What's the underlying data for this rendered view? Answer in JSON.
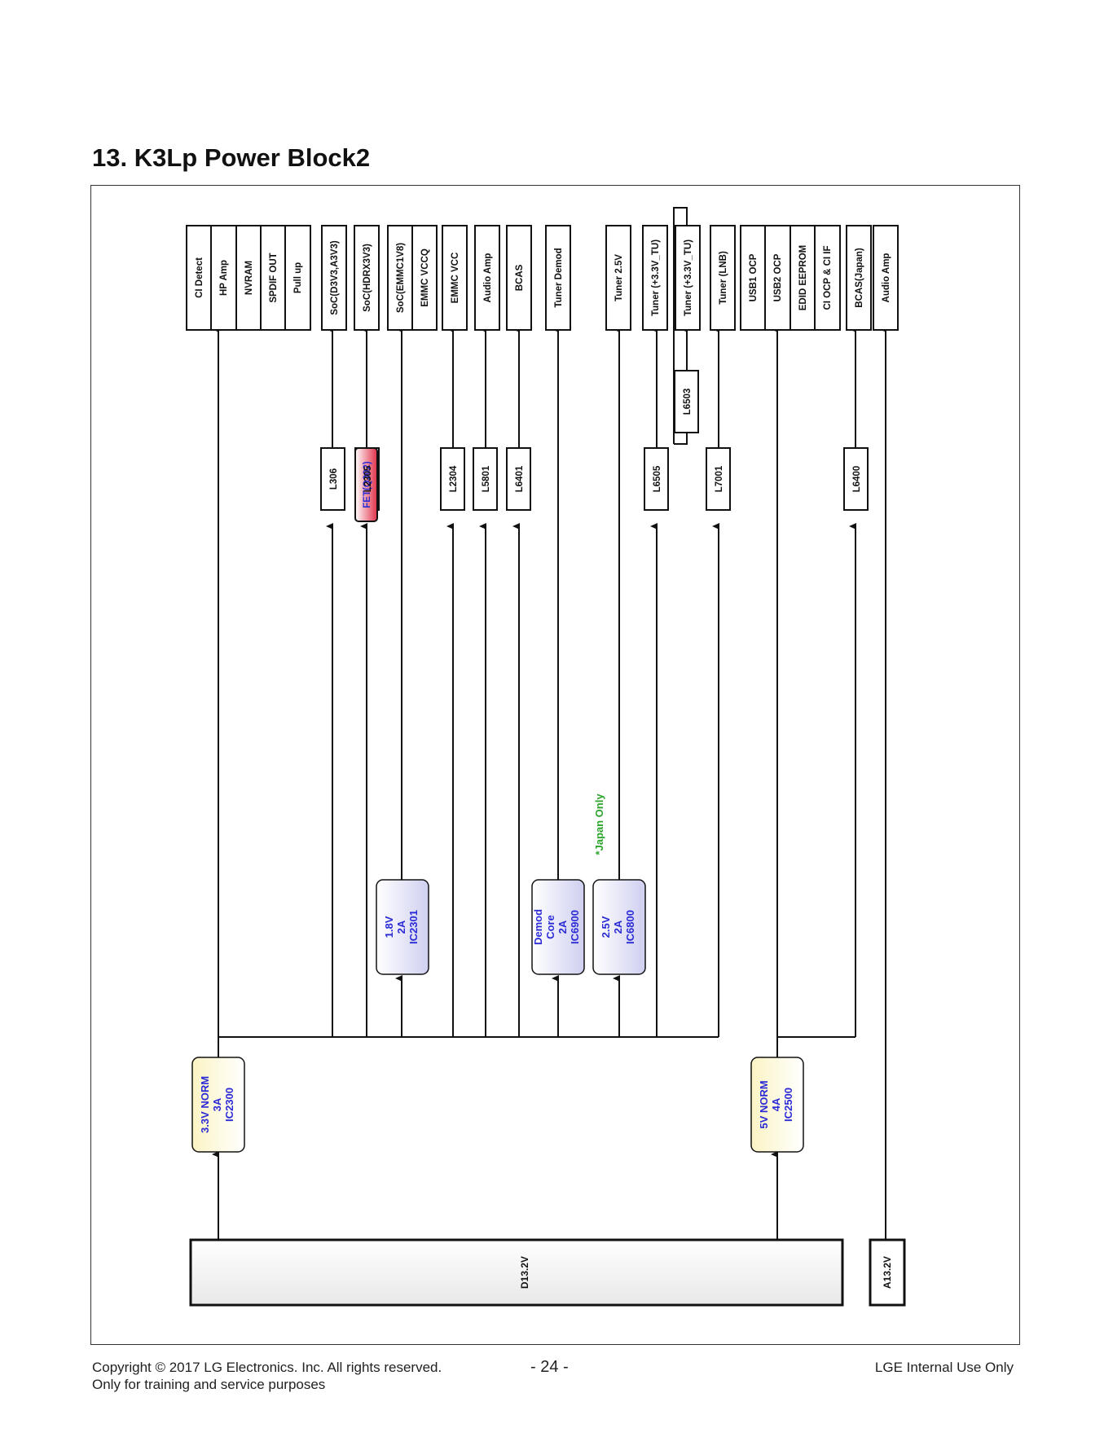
{
  "title": "13. K3Lp Power Block2",
  "diagram": {
    "outputs": {
      "ci_detect": "CI Detect",
      "hp_amp": "HP Amp",
      "nvram": "NVRAM",
      "spdif_out": "SPDIF OUT",
      "pull_up": "Pull up",
      "soc_d3v3": "SoC(D3V3,A3V3)",
      "soc_hdrx": "SoC(HDRX3V3)",
      "soc_emmc": "SoC(EMMC1V8)",
      "emmc_vccq": "EMMC VCCQ",
      "emmc_vcc": "EMMC VCC",
      "audio_amp": "Audio Amp",
      "bcas": "BCAS",
      "tuner_demod": "Tuner Demod",
      "tuner_25": "Tuner 2.5V",
      "tuner_33_a": "Tuner (+3.3V_TU)",
      "tuner_33_b": "Tuner (+3.3V_TU)",
      "tuner_lnb": "Tuner (LNB)",
      "usb1_ocp": "USB1 OCP",
      "usb2_ocp": "USB2 OCP",
      "edid_eeprom": "EDID EEPROM",
      "ci_ocp": "CI OCP & CI  IF",
      "bcas_japan": "BCAS(Japan)",
      "audio_amp2": "Audio Amp"
    },
    "filters": {
      "l306": "L306",
      "fet": "FET(Q302)",
      "l2305": "L2305",
      "l2304": "L2304",
      "l5801": "L5801",
      "l6401": "L6401",
      "l6505": "L6505",
      "l6503": "L6503",
      "l7001": "L7001",
      "l6400": "L6400"
    },
    "regulators": {
      "ic2301": [
        "1.8V",
        "2A",
        "IC2301"
      ],
      "ic6900": [
        "Demod",
        "Core",
        "2A",
        "IC6900"
      ],
      "ic6800": [
        "2.5V",
        "2A",
        "IC6800"
      ],
      "ic2300": [
        "3.3V NORM",
        "3A",
        "IC2300"
      ],
      "ic2500": [
        "5V NORM",
        "4A",
        "IC2500"
      ]
    },
    "japan_note": "*Japan Only",
    "sources": {
      "d132": "D13.2V",
      "a132": "A13.2V"
    },
    "colors": {
      "label_blue": "#2b2bd6",
      "fet_red": "#e0314a",
      "japan_green": "#2aa52a"
    }
  },
  "footer": {
    "copyright": "Copyright  © 2017  LG Electronics. Inc. All rights reserved.",
    "purpose": "Only for training and service purposes",
    "page_number": "- 24 -",
    "internal": "LGE Internal Use Only"
  }
}
